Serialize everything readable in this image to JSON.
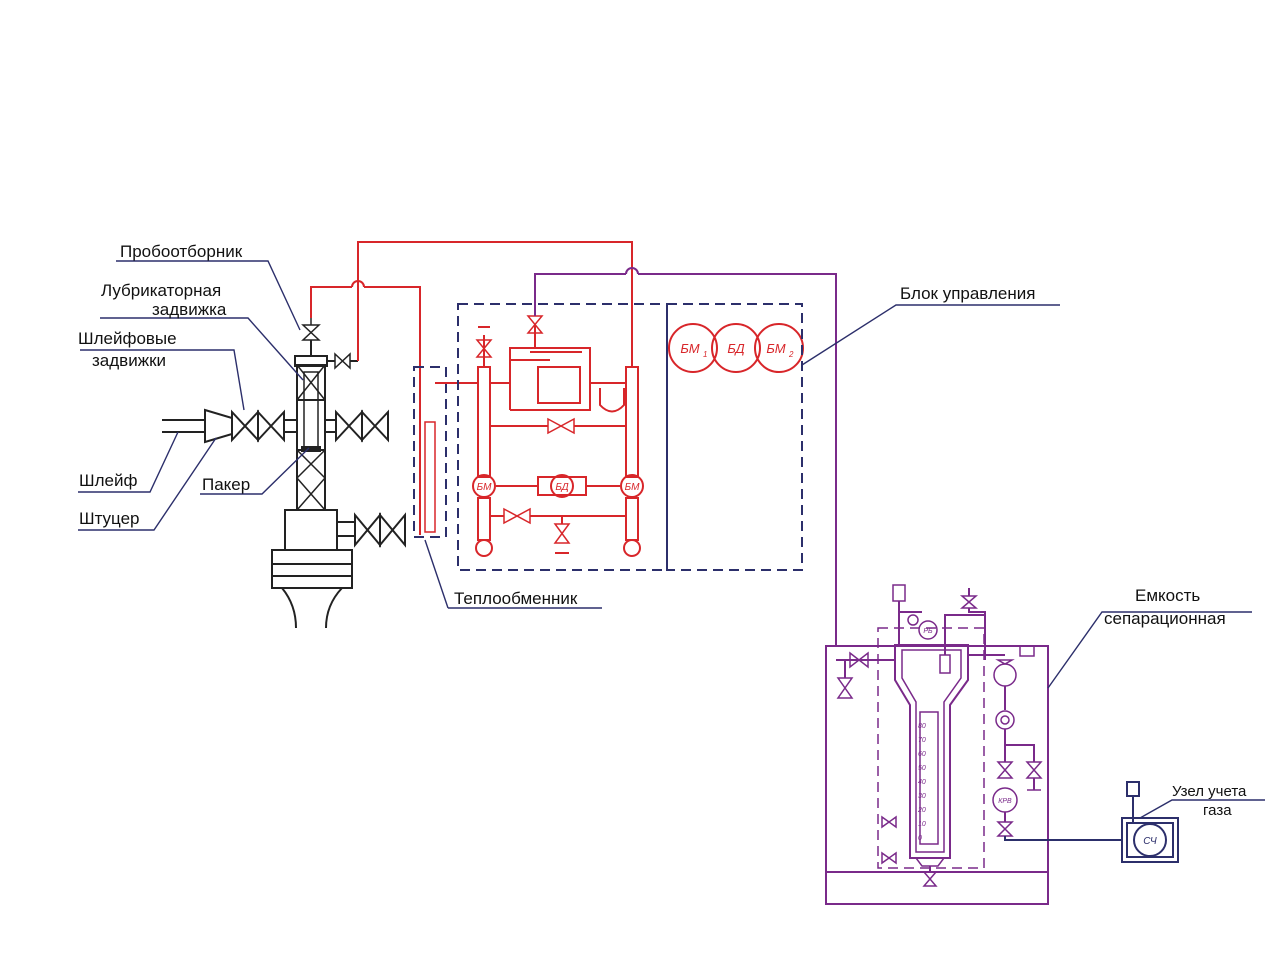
{
  "labels": {
    "probootbornik": "Пробоотборник",
    "lubrikator_1": "Лубрикаторная",
    "lubrikator_2": "задвижка",
    "shleif_zadv_1": "Шлейфовые",
    "shleif_zadv_2": "задвижки",
    "shleif": "Шлейф",
    "shtucer": "Штуцер",
    "paker": "Пакер",
    "teploobmennik": "Теплообменник",
    "blok_upravleniya": "Блок управления",
    "emkost_1": "Емкость",
    "emkost_2": "сепарационная",
    "uzel_1": "Узел учета",
    "uzel_2": "газа"
  },
  "instrument_tags": {
    "bm1": "БМ",
    "bd": "БД",
    "bm2": "БМ",
    "bm1_idx": "1",
    "bm2_idx": "2",
    "rb": "РБ",
    "krv": "КРВ",
    "sch": "СЧ"
  },
  "scale_marks": [
    "80",
    "70",
    "60",
    "50",
    "40",
    "30",
    "20",
    "10",
    "0"
  ],
  "colors": {
    "wellhead": "#222222",
    "heating_line": "#d8262a",
    "gas_line": "#7a2a8a",
    "dashed_block": "#2c2f6b"
  }
}
